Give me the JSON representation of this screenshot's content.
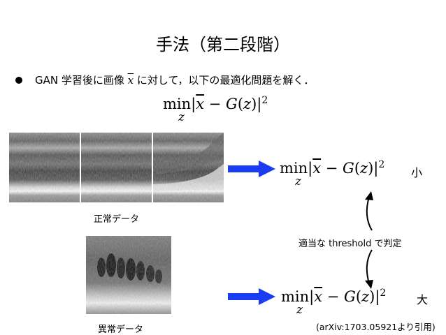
{
  "title": "手法（第二段階）",
  "bullet": {
    "before": "GAN 学習後に画像 ",
    "xbar": "x",
    "after": " に対して，以下の最適化問題を解く．"
  },
  "formula": {
    "min": "min",
    "sub": "z",
    "bar_x": "x",
    "minus": " − ",
    "g": "G",
    "z": "z",
    "sq": "2"
  },
  "normal": {
    "caption": "正常データ",
    "result": "小"
  },
  "abnormal": {
    "caption": "異常データ",
    "result": "大"
  },
  "threshold_label": "適当な threshold で判定",
  "citation": "(arXiv:1703.05921より引用)",
  "colors": {
    "arrow": "#1a3cf2"
  }
}
